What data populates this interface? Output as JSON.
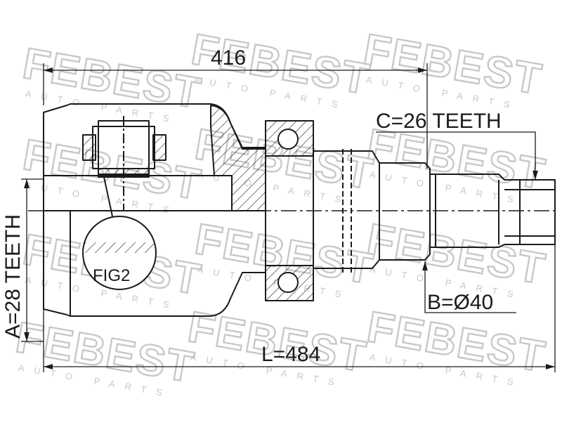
{
  "watermark": {
    "brand": "FEBEST",
    "sub": "AUTO PARTS"
  },
  "dimensions": {
    "top_length": "416",
    "total_length": "L=484",
    "inner_spline": "A=28 TEETH",
    "outer_spline": "C=26 TEETH",
    "shaft_diameter": "B=Ø40",
    "detail_label": "FIG2"
  },
  "colors": {
    "line": "#1a1a1a",
    "watermark": "#c8c8c8"
  }
}
